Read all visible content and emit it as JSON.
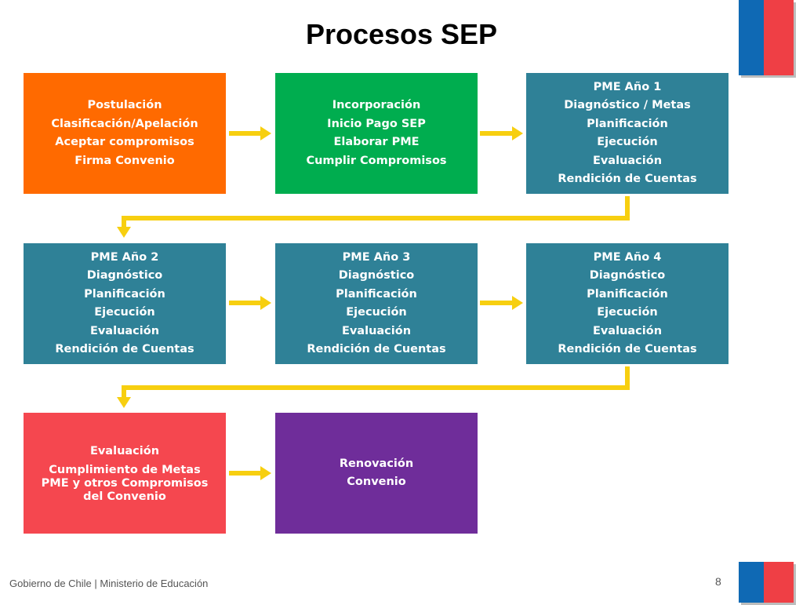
{
  "title": "Procesos SEP",
  "colors": {
    "orange": "#ff6a00",
    "green": "#00ad4f",
    "teal": "#2f8197",
    "red": "#f5474f",
    "purple": "#6f2d9a",
    "arrow": "#f7cf10",
    "flag_blue": "#0f69b4",
    "flag_red": "#ef3f45"
  },
  "boxes": [
    {
      "name": "postulacion",
      "lines": [
        "Postulación",
        "Clasificación/Apelación",
        "Aceptar compromisos",
        "Firma Convenio"
      ]
    },
    {
      "name": "incorporacion",
      "lines": [
        "Incorporación",
        "Inicio Pago SEP",
        "Elaborar PME",
        "Cumplir Compromisos"
      ]
    },
    {
      "name": "pme-ano-1",
      "lines": [
        "PME Año 1",
        "Diagnóstico / Metas",
        "Planificación",
        "Ejecución",
        "Evaluación",
        "Rendición de Cuentas"
      ]
    },
    {
      "name": "pme-ano-2",
      "lines": [
        "PME Año 2",
        "Diagnóstico",
        "Planificación",
        "Ejecución",
        "Evaluación",
        "Rendición de Cuentas"
      ]
    },
    {
      "name": "pme-ano-3",
      "lines": [
        "PME Año 3",
        "Diagnóstico",
        "Planificación",
        "Ejecución",
        "Evaluación",
        "Rendición de Cuentas"
      ]
    },
    {
      "name": "pme-ano-4",
      "lines": [
        "PME Año 4",
        "Diagnóstico",
        "Planificación",
        "Ejecución",
        "Evaluación",
        "Rendición de Cuentas"
      ]
    },
    {
      "name": "evaluacion-cumplimiento",
      "lines": [
        "Evaluación",
        "Cumplimiento de Metas",
        "PME y  otros Compromisos",
        "del Convenio"
      ]
    },
    {
      "name": "renovacion-convenio",
      "lines": [
        "Renovación",
        "Convenio"
      ]
    }
  ],
  "footer": {
    "text": "Gobierno de Chile | Ministerio de Educación",
    "page_number": "8"
  }
}
